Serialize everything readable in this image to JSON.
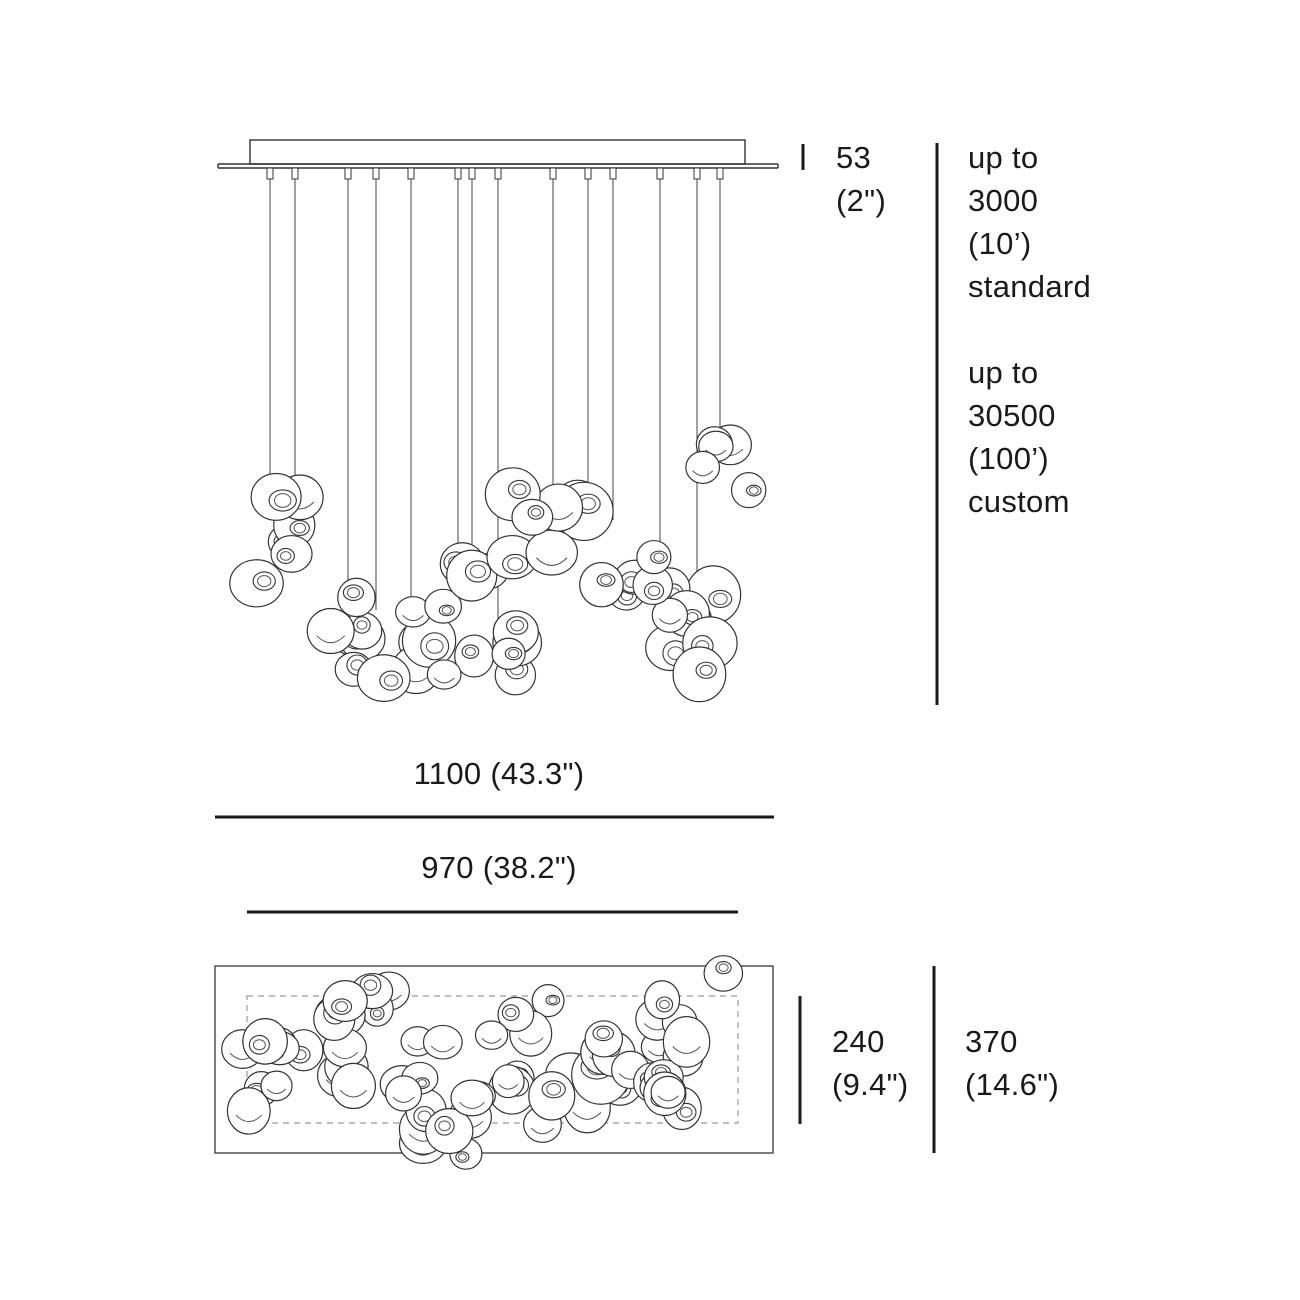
{
  "canopy": {
    "height_mm": "53",
    "height_in": "(2\")"
  },
  "cable": {
    "standard": [
      "up to",
      "3000",
      "(10’)",
      "standard"
    ],
    "custom": [
      "up to",
      "30500",
      "(100’)",
      "custom"
    ]
  },
  "width_canopy": "1100 (43.3\")",
  "width_fixture": "970 (38.2\")",
  "plan_inner_depth": {
    "mm": "240",
    "in": "(9.4\")"
  },
  "plan_outer_depth": {
    "mm": "370",
    "in": "(14.6\")"
  },
  "colors": {
    "line": "#1a1a1a",
    "stroke_light": "#444444",
    "dash": "#999999",
    "fill": "#ffffff"
  }
}
